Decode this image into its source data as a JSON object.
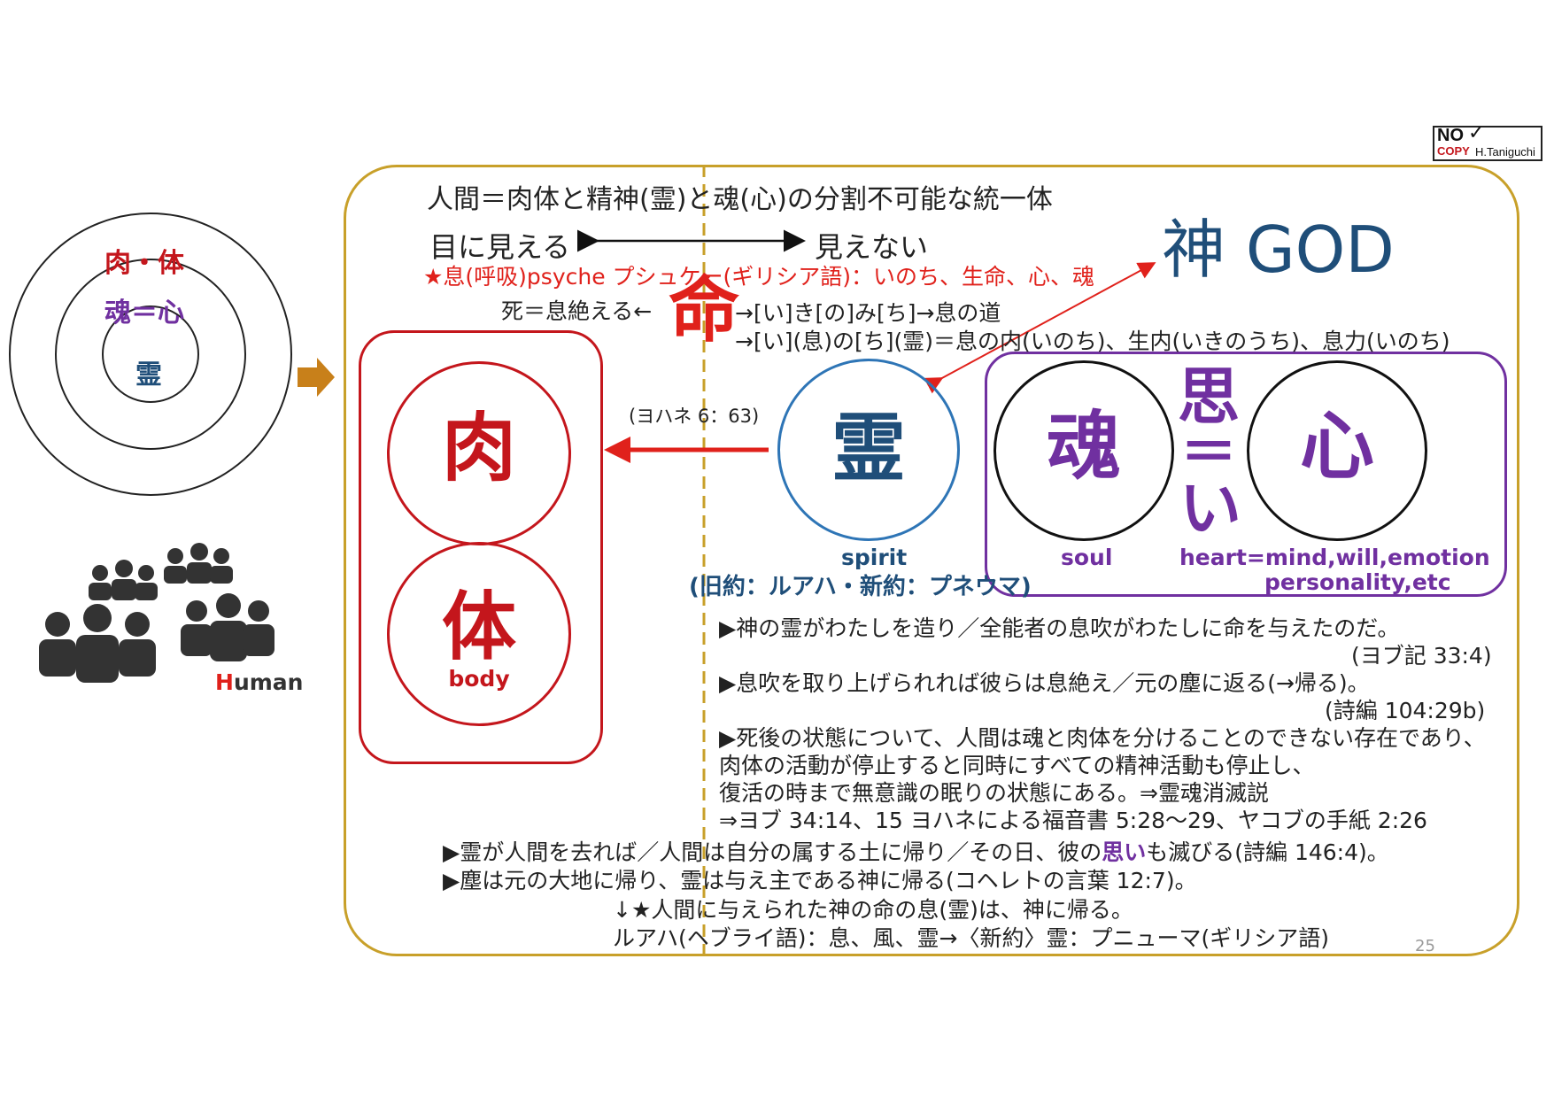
{
  "logo": {
    "line1": "NO",
    "line2": "COPY",
    "author": "H.Taniguchi"
  },
  "left": {
    "outer_label": "肉・体",
    "middle_label": "魂＝心",
    "inner_label": "霊",
    "human_label_h": "H",
    "human_label_rest": "uman"
  },
  "title": "人間＝肉体と精神(霊)と魂(心)の分割不可能な統一体",
  "visible": "目に見える",
  "invisible": "見えない",
  "breath_line": "★息(呼吸)psyche プシュケー(ギリシア語)：いのち、生命、心、魂",
  "death_line": "死＝息絶える←",
  "inochi_kanji": "命",
  "etym1": "→[い]き[の]み[ち]→息の道",
  "etym2": "→[い](息)の[ち](霊)＝息の内(いのち)、生内(いきのうち)、息力(いのち)",
  "god": "神 GOD",
  "flesh": {
    "kanji1": "肉",
    "kanji2": "体",
    "label": "body"
  },
  "john_ref": "(ヨハネ 6：63)",
  "spirit": {
    "kanji": "霊",
    "label": "spirit",
    "sub": "(旧約：ルアハ・新約：プネウマ)"
  },
  "soul": {
    "kanji": "魂",
    "label": "soul"
  },
  "omoi": {
    "top": "思",
    "mid": "＝",
    "bottom": "い"
  },
  "heart": {
    "kanji": "心",
    "label1": "heart=mind,will,emotion",
    "label2": "personality,etc"
  },
  "quotes": [
    {
      "text": "▶神の霊がわたしを造り／全能者の息吹がわたしに命を与えたのだ。",
      "ref": "(ヨブ記 33:4)"
    },
    {
      "text": "▶息吹を取り上げられれば彼らは息絶え／元の塵に返る(→帰る)。",
      "ref": "(詩編 104:29b)"
    }
  ],
  "afterlife": [
    "▶死後の状態について、人間は魂と肉体を分けることのできない存在であり、",
    "肉体の活動が停止すると同時にすべての精神活動も停止し、",
    "復活の時まで無意識の眠りの状態にある。⇒霊魂消滅説",
    "⇒ヨブ 34:14、15 ヨハネによる福音書 5:28～29、ヤコブの手紙 2:26"
  ],
  "bottom1_pre": "▶霊が人間を去れば／人間は自分の属する土に帰り／その日、彼の",
  "bottom1_hl": "思い",
  "bottom1_post": "も滅びる(詩編 146:4)。",
  "bottom2": "▶塵は元の大地に帰り、霊は与え主である神に帰る(コヘレトの言葉 12:7)。",
  "bottom3": "↓★人間に与えられた神の命の息(霊)は、神に帰る。",
  "bottom4": "ルアハ(ヘブライ語)：息、風、霊→〈新約〉霊：プニューマ(ギリシア語)",
  "page_number": "25",
  "colors": {
    "red": "#e0211b",
    "purple": "#7030a0",
    "blue": "#1f4e79",
    "gold": "#c8a02a"
  }
}
